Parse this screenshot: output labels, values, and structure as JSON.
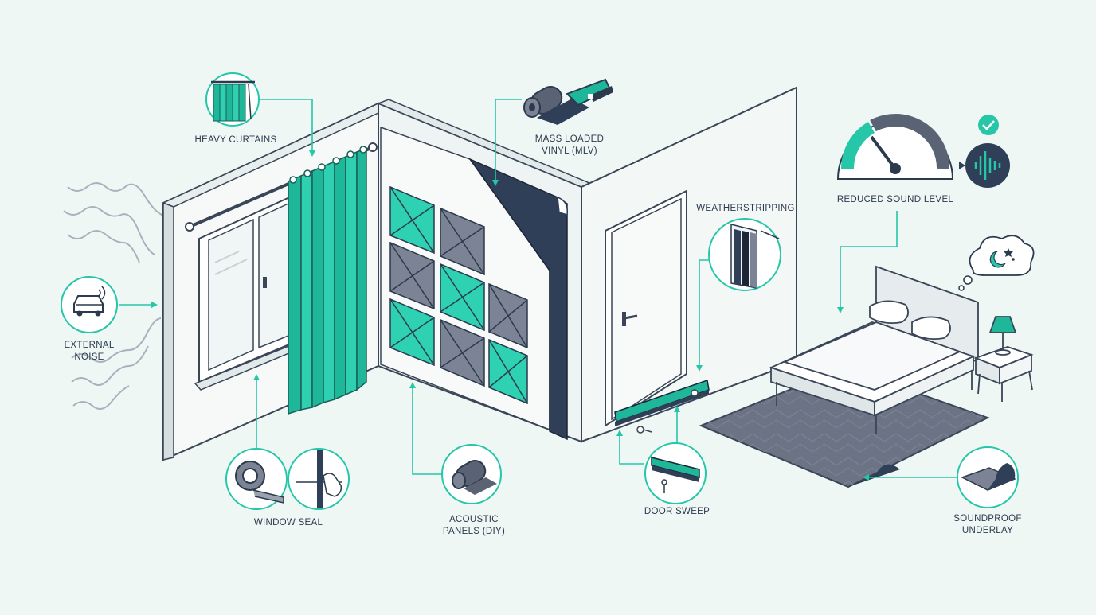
{
  "colors": {
    "background": "#eef7f4",
    "teal": "#26c6a8",
    "teal_dark": "#1a9c84",
    "navy": "#2f3f58",
    "gray_panel": "#7a8294",
    "wall": "#f3f7f6",
    "outline": "#3a4657"
  },
  "labels": {
    "heavy_curtains": "HEAVY CURTAINS",
    "mlv_line1": "MASS LOADED",
    "mlv_line2": "VINYL (MLV)",
    "weatherstripping": "WEATHERSTRIPPING",
    "reduced_sound": "REDUCED SOUND LEVEL",
    "external_noise_line1": "EXTERNAL",
    "external_noise_line2": "NOISE",
    "window_seal": "WINDOW SEAL",
    "acoustic_line1": "ACOUSTIC",
    "acoustic_line2": "PANELS (DIY)",
    "door_sweep": "DOOR SWEEP",
    "underlay_line1": "SOUNDPROOF",
    "underlay_line2": "UNDERLAY"
  },
  "icons": {
    "curtain": "curtain-icon",
    "mlv_roll": "vinyl-roll-icon",
    "staple_gun": "staple-gun-icon",
    "gauge": "sound-level-gauge-icon",
    "check": "check-icon",
    "sound_wave": "sound-wave-icon",
    "car": "car-icon",
    "weatherstrip": "weatherstrip-icon",
    "sleep": "moon-stars-icon",
    "window_seal_tape": "seal-tape-icon",
    "window_seal_apply": "hand-apply-seal-icon",
    "acoustic_roll": "acoustic-roll-icon",
    "door_sweep": "door-sweep-icon",
    "underlay": "underlay-icon"
  }
}
